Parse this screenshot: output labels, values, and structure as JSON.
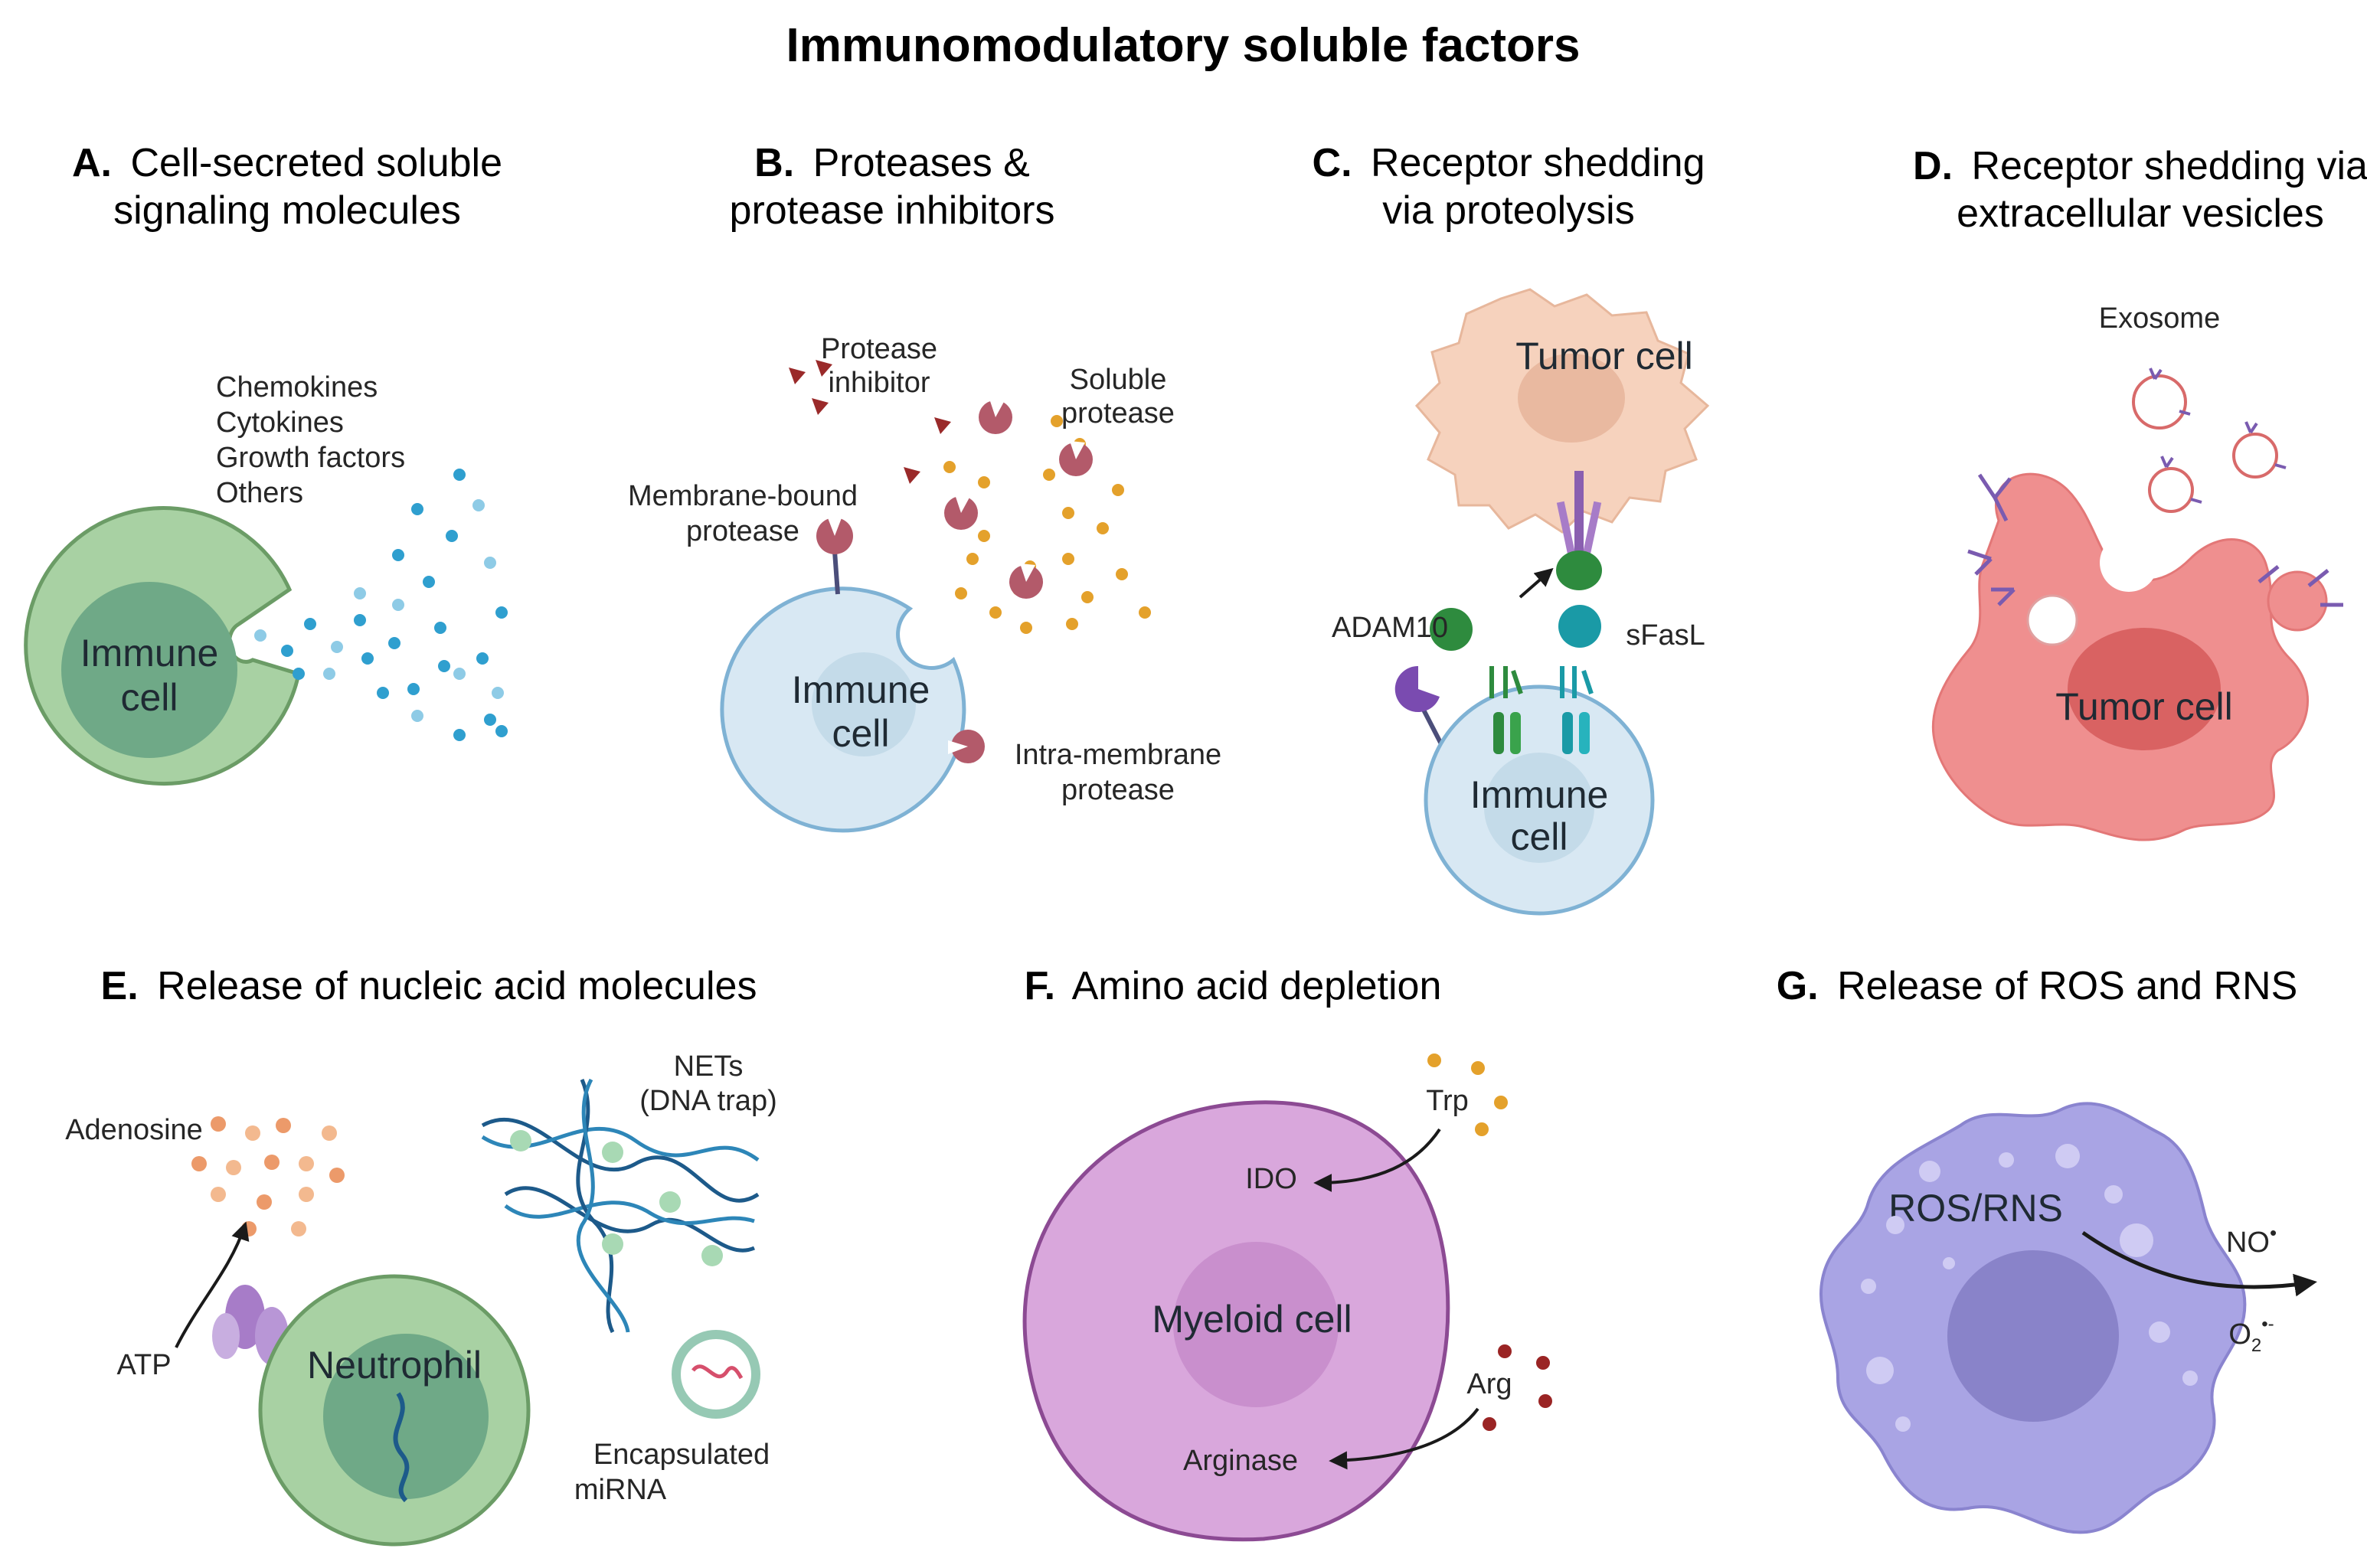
{
  "title": "Immunomodulatory soluble factors",
  "panels": {
    "a": {
      "letter": "A.",
      "title_line1": "Cell-secreted soluble",
      "title_line2": "signaling molecules",
      "molecule_list": [
        "Chemokines",
        "Cytokines",
        "Growth factors",
        "Others"
      ],
      "cell_line1": "Immune",
      "cell_line2": "cell"
    },
    "b": {
      "letter": "B.",
      "title_line1": "Proteases &",
      "title_line2": "protease inhibitors",
      "inhibitor_line1": "Protease",
      "inhibitor_line2": "inhibitor",
      "soluble_line1": "Soluble",
      "soluble_line2": "protease",
      "membrane_line1": "Membrane-bound",
      "membrane_line2": "protease",
      "intra_line1": "Intra-membrane",
      "intra_line2": "protease",
      "cell_line1": "Immune",
      "cell_line2": "cell"
    },
    "c": {
      "letter": "C.",
      "title_line1": "Receptor shedding",
      "title_line2": "via proteolysis",
      "tumor_label": "Tumor cell",
      "enzyme_label": "ADAM10",
      "ligand_label": "sFasL",
      "cell_line1": "Immune",
      "cell_line2": "cell"
    },
    "d": {
      "letter": "D.",
      "title_line1": "Receptor shedding via",
      "title_line2": "extracellular vesicles",
      "vesicle_label": "Exosome",
      "tumor_label": "Tumor cell"
    },
    "e": {
      "letter": "E.",
      "title": "Release of nucleic acid molecules",
      "adenosine_label": "Adenosine",
      "atp_label": "ATP",
      "nets_line1": "NETs",
      "nets_line2": "(DNA trap)",
      "mirna_line1": "Encapsulated",
      "mirna_line2": "miRNA",
      "cell_label": "Neutrophil"
    },
    "f": {
      "letter": "F.",
      "title": "Amino acid depletion",
      "trp_label": "Trp",
      "ido_label": "IDO",
      "arg_label": "Arg",
      "arginase_label": "Arginase",
      "cell_label": "Myeloid cell"
    },
    "g": {
      "letter": "G.",
      "title": "Release of ROS and RNS",
      "ros_label": "ROS/RNS",
      "no_label": "NO",
      "no_sup": "•",
      "o2_label": "O",
      "o2_sub": "2",
      "o2_sup": "•-"
    }
  },
  "colors": {
    "immune_green": "#a8d1a3",
    "immune_green_nucleus": "#6fa987",
    "immune_blue": "#d8e8f3",
    "tumor_peach": "#f6d2bd",
    "tumor_red": "#ef8f8f",
    "myeloid_purple": "#d9a7dc",
    "ros_lavender": "#a9a4e4",
    "protease_maroon": "#b35a6a",
    "dot_orange": "#e4a12b",
    "dot_blue": "#2f9fcf"
  }
}
